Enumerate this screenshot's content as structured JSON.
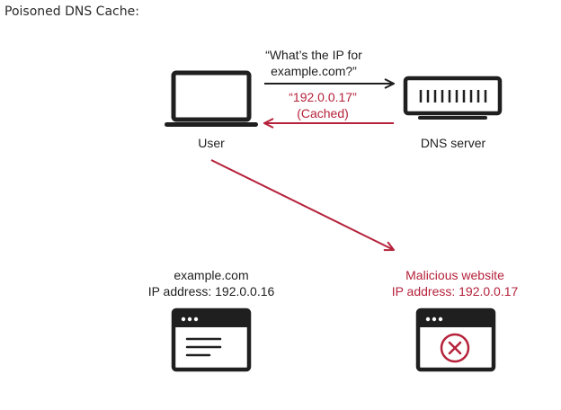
{
  "caption": "Poisoned DNS Cache:",
  "query": {
    "line1": "“What’s the IP for",
    "line2": "example.com?”"
  },
  "response": {
    "line1": "“192.0.0.17”",
    "line2": "(Cached)"
  },
  "user": {
    "label": "User"
  },
  "dns_server": {
    "label": "DNS server"
  },
  "legit_site": {
    "name": "example.com",
    "ip": "IP address: 192.0.0.16"
  },
  "malicious_site": {
    "name": "Malicious website",
    "ip": "IP address: 192.0.0.17"
  },
  "colors": {
    "ink": "#1f1f1f",
    "attack": "#b5223b"
  },
  "icons": [
    "laptop-icon",
    "server-icon",
    "browser-window-icon",
    "browser-window-error-icon"
  ]
}
